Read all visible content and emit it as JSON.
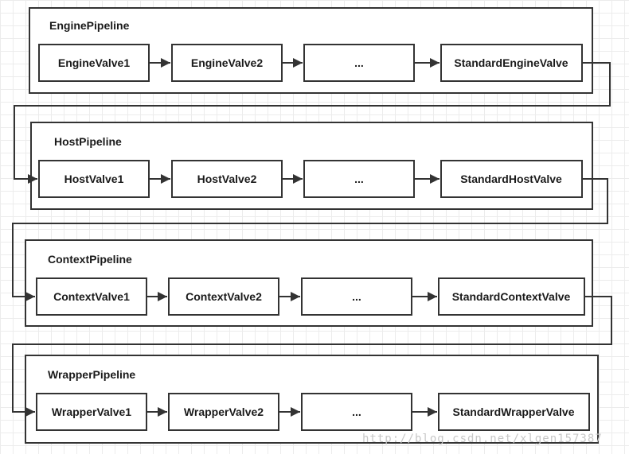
{
  "pipelines": [
    {
      "title": "EnginePipeline",
      "valves": [
        "EngineValve1",
        "EngineValve2",
        "...",
        "StandardEngineValve"
      ]
    },
    {
      "title": "HostPipeline",
      "valves": [
        "HostValve1",
        "HostValve2",
        "...",
        "StandardHostValve"
      ]
    },
    {
      "title": "ContextPipeline",
      "valves": [
        "ContextValve1",
        "ContextValve2",
        "...",
        "StandardContextValve"
      ]
    },
    {
      "title": "WrapperPipeline",
      "valves": [
        "WrapperValve1",
        "WrapperValve2",
        "...",
        "StandardWrapperValve"
      ]
    }
  ],
  "watermark": "http://blog.csdn.net/xlgen157387"
}
